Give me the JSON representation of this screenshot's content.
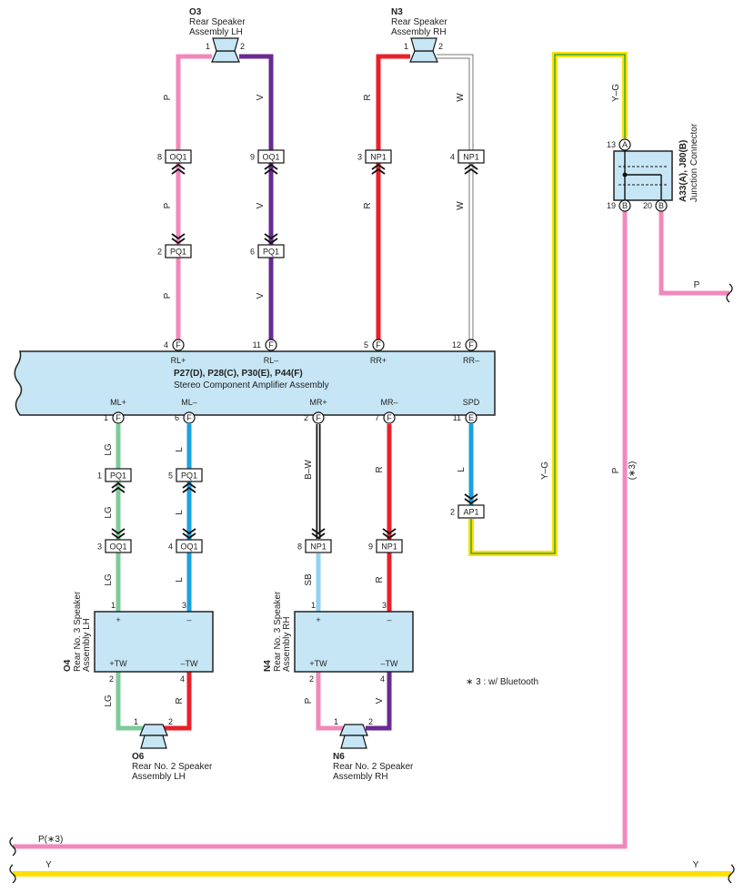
{
  "colors": {
    "P": "#f088bc",
    "V": "#6a2a90",
    "R": "#e8202a",
    "W": "#ffffff",
    "LG": "#7ccb98",
    "L": "#1aa1e0",
    "SB": "#8fd3f0",
    "B": "#111111",
    "Y": "#ffe000",
    "G": "#3aa63a",
    "box": "#c6e6f5"
  },
  "amp": {
    "id": "P27(D), P28(C), P30(E), P44(F)",
    "name": "Stereo Component Amplifier Assembly",
    "top_pins": [
      {
        "num": "4",
        "pin": "F",
        "name": "RL+"
      },
      {
        "num": "11",
        "pin": "F",
        "name": "RL–"
      },
      {
        "num": "5",
        "pin": "F",
        "name": "RR+"
      },
      {
        "num": "12",
        "pin": "F",
        "name": "RR–"
      }
    ],
    "bottom_pins": [
      {
        "num": "1",
        "pin": "F",
        "name": "ML+"
      },
      {
        "num": "6",
        "pin": "F",
        "name": "ML–"
      },
      {
        "num": "2",
        "pin": "F",
        "name": "MR+"
      },
      {
        "num": "7",
        "pin": "F",
        "name": "MR–"
      },
      {
        "num": "11",
        "pin": "E",
        "name": "SPD"
      }
    ]
  },
  "speakers": {
    "o3": {
      "id": "O3",
      "line1": "Rear Speaker",
      "line2": "Assembly LH",
      "pin1": "1",
      "pin2": "2"
    },
    "n3": {
      "id": "N3",
      "line1": "Rear Speaker",
      "line2": "Assembly RH",
      "pin1": "1",
      "pin2": "2"
    },
    "o6": {
      "id": "O6",
      "line1": "Rear No. 2 Speaker",
      "line2": "Assembly LH",
      "pin1": "1",
      "pin2": "2"
    },
    "n6": {
      "id": "N6",
      "line1": "Rear No. 2 Speaker",
      "line2": "Assembly RH",
      "pin1": "1",
      "pin2": "2"
    }
  },
  "assemblies": {
    "o4": {
      "id": "O4",
      "line1": "Rear No. 3 Speaker",
      "line2": "Assembly LH",
      "plus": "+",
      "minus": "–",
      "tw_plus": "+TW",
      "tw_minus": "–TW",
      "pin_top_plus": "1",
      "pin_top_minus": "3",
      "pin_bot_plus": "2",
      "pin_bot_minus": "4"
    },
    "n4": {
      "id": "N4",
      "line1": "Rear No. 3 Speaker",
      "line2": "Assembly RH",
      "plus": "+",
      "minus": "–",
      "tw_plus": "+TW",
      "tw_minus": "–TW",
      "pin_top_plus": "1",
      "pin_top_minus": "3",
      "pin_bot_plus": "2",
      "pin_bot_minus": "4"
    }
  },
  "junction": {
    "id": "A33(A), J80(B)",
    "name": "Junction Connector",
    "pin_a_num": "13",
    "pin_a": "A",
    "pin_b1_num": "19",
    "pin_b1": "B",
    "pin_b2_num": "20",
    "pin_b2": "B"
  },
  "connectors": {
    "oq1_a": {
      "num": "8",
      "name": "OQ1"
    },
    "oq1_b": {
      "num": "9",
      "name": "OQ1"
    },
    "np1_a": {
      "num": "3",
      "name": "NP1"
    },
    "np1_b": {
      "num": "4",
      "name": "NP1"
    },
    "pq1_a": {
      "num": "2",
      "name": "PQ1"
    },
    "pq1_b": {
      "num": "6",
      "name": "PQ1"
    },
    "pq1_c": {
      "num": "1",
      "name": "PQ1"
    },
    "pq1_d": {
      "num": "5",
      "name": "PQ1"
    },
    "oq1_c": {
      "num": "3",
      "name": "OQ1"
    },
    "oq1_d": {
      "num": "4",
      "name": "OQ1"
    },
    "np1_c": {
      "num": "8",
      "name": "NP1"
    },
    "np1_d": {
      "num": "9",
      "name": "NP1"
    },
    "ap1": {
      "num": "2",
      "name": "AP1"
    }
  },
  "wire_labels": {
    "p": "P",
    "v": "V",
    "r": "R",
    "w": "W",
    "lg": "LG",
    "l": "L",
    "bw": "B–W",
    "sb": "SB",
    "yg": "Y–G",
    "y": "Y",
    "p_note": "(∗3)",
    "p_bottom": "P(∗3)"
  },
  "note": "∗ 3 : w/ Bluetooth"
}
